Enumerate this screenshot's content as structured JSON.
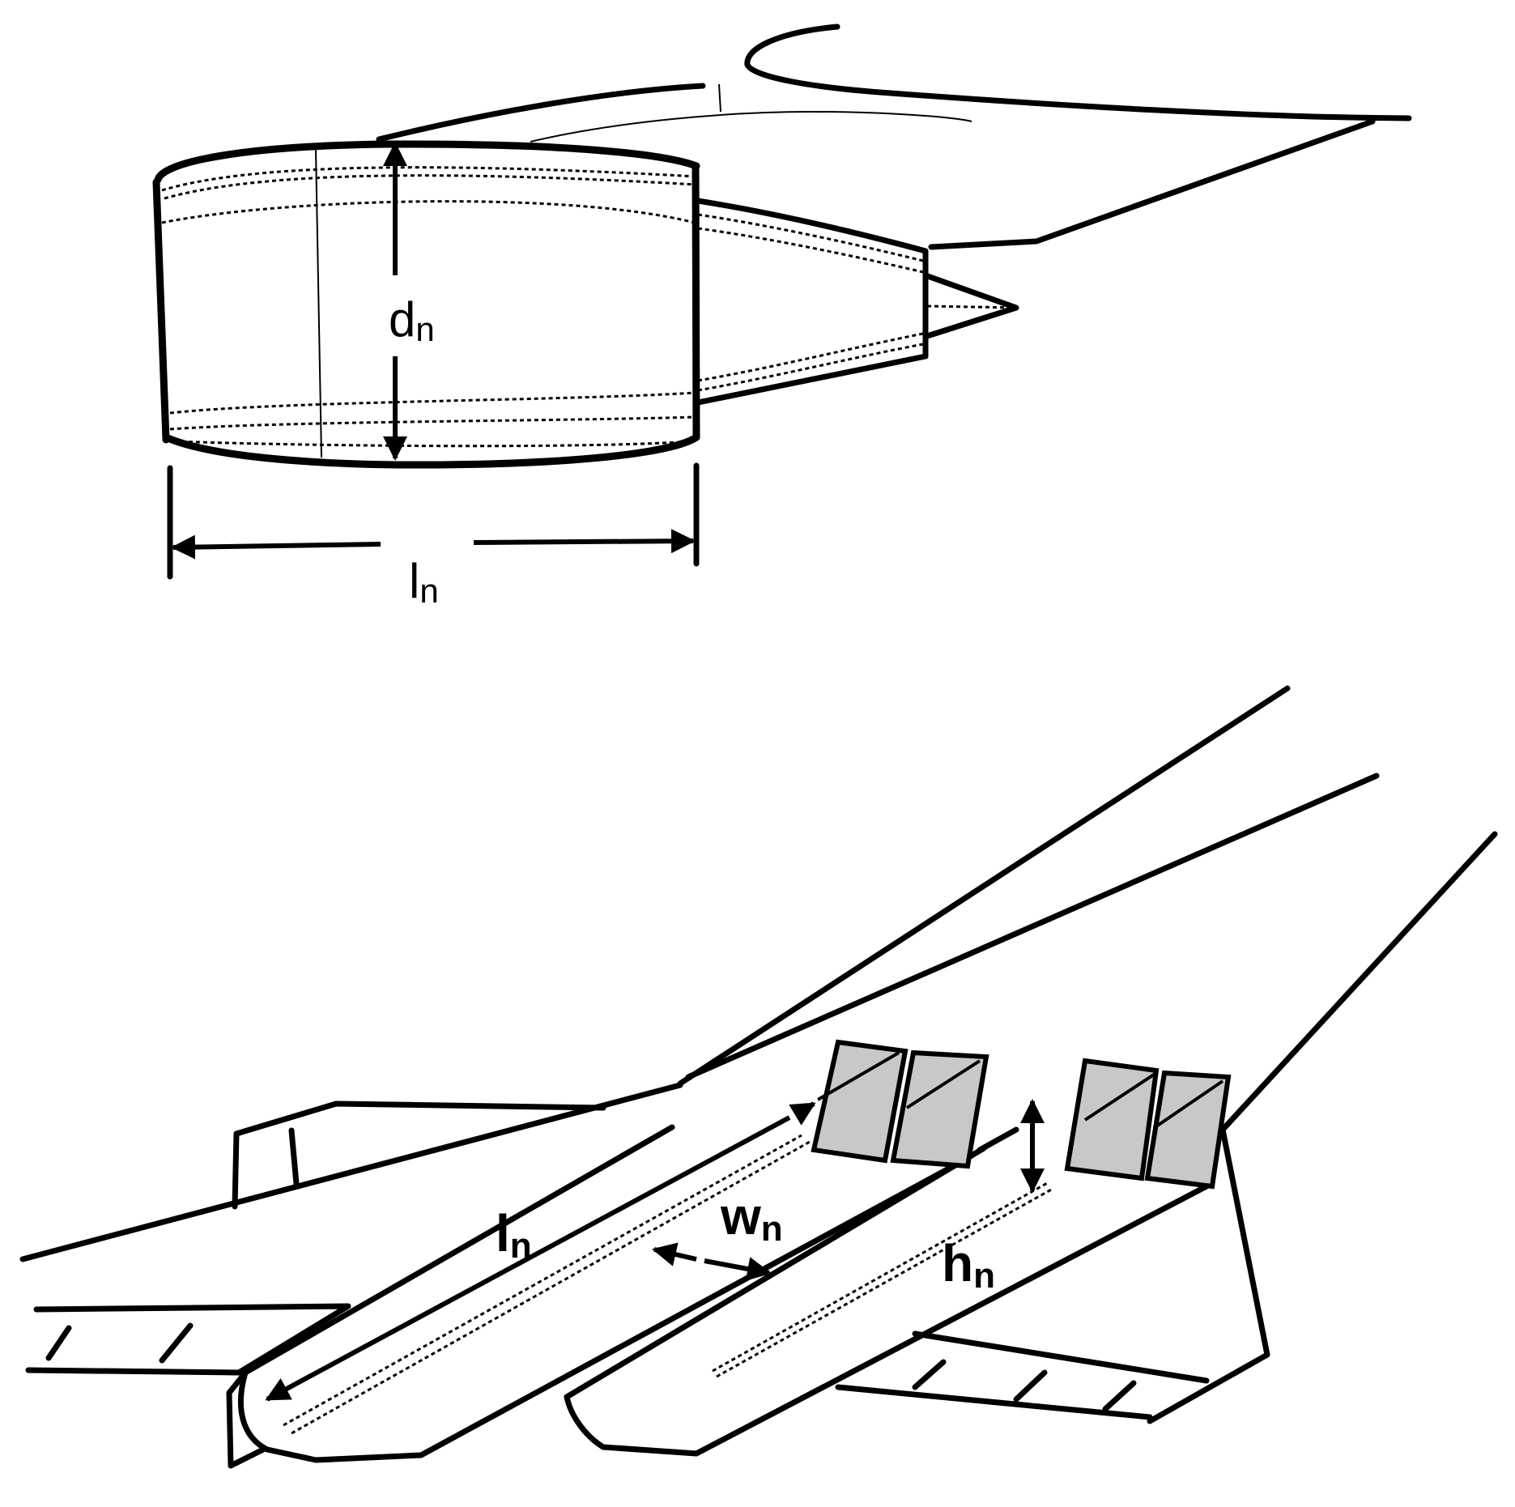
{
  "diagram": {
    "top_nacelle": {
      "diameter_label": {
        "main": "d",
        "sub": "n"
      },
      "length_label": {
        "main": "l",
        "sub": "n"
      }
    },
    "bottom_nacelle": {
      "length_label": {
        "main": "l",
        "sub": "n"
      },
      "width_label": {
        "main": "w",
        "sub": "n"
      },
      "height_label": {
        "main": "h",
        "sub": "n"
      }
    }
  }
}
